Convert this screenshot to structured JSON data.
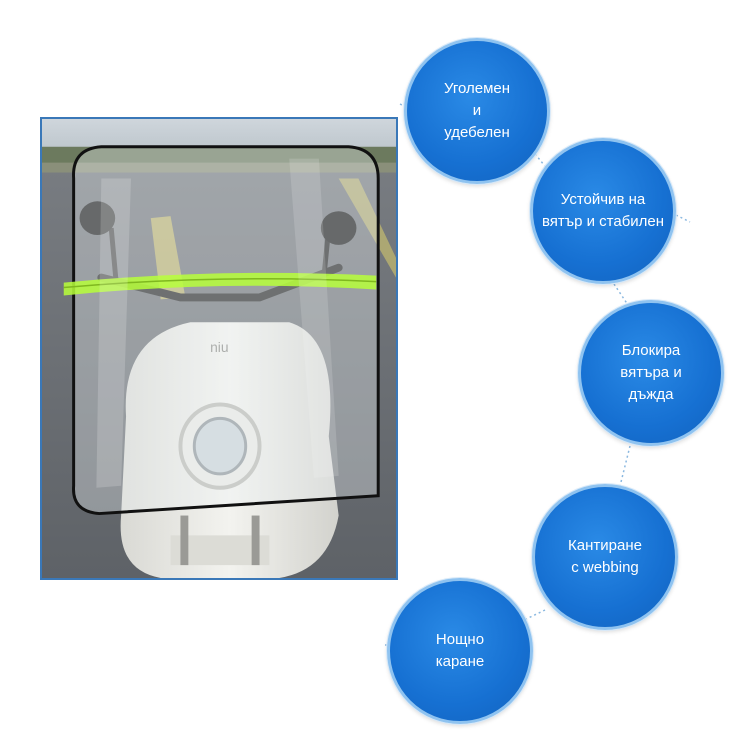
{
  "features": [
    {
      "label": "Уголемен\nи\nудебелен",
      "icon": "feature-bubble"
    },
    {
      "label": "Устойчив на\nвятър и стабилен",
      "icon": "feature-bubble"
    },
    {
      "label": "Блокира\nвятъра и\nдъжда",
      "icon": "feature-bubble"
    },
    {
      "label": "Кантиране\nс webbing",
      "icon": "feature-bubble"
    },
    {
      "label": "Нощно\nкаране",
      "icon": "feature-bubble"
    }
  ],
  "photo": {
    "scooter_brand": "niu",
    "colors": {
      "bubble": "#1670d2",
      "bubble_ring": "#8fc3f0",
      "reflective_strip": "#b7ff3a",
      "frame_border": "#3a78b8"
    }
  }
}
